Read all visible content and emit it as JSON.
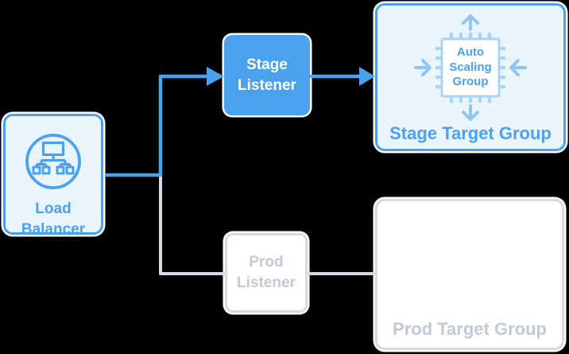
{
  "colors": {
    "blue": "#4AA1EE",
    "light_blue_fill": "#EAF4FD",
    "pale_blue": "#A9D3F3",
    "arrow_light_blue": "#8FC6F1",
    "gray_line": "#D6DAE1",
    "gray_text": "#C3C9D4",
    "halo_white": "#FFFFFF",
    "background": "#000000"
  },
  "nodes": {
    "load_balancer": {
      "label": "Load Balancer"
    },
    "stage_listener": {
      "label": "Stage Listener"
    },
    "prod_listener": {
      "label": "Prod Listener"
    },
    "stage_target_group": {
      "title": "Stage Target Group",
      "asg_label": "Auto Scaling Group"
    },
    "prod_target_group": {
      "title": "Prod Target Group"
    }
  },
  "icons": {
    "load_balancer": "load-balancer-network-icon",
    "auto_scaling": "cpu-chip-icon",
    "scale_arrows": [
      "arrow-up",
      "arrow-down",
      "arrow-inward-left",
      "arrow-inward-right"
    ]
  },
  "connectors": [
    {
      "name": "lb-to-stage-listener",
      "from": "load-balancer",
      "to": "stage-listener",
      "style": "blue-arrow"
    },
    {
      "name": "stage-listener-to-stage-target",
      "from": "stage-listener",
      "to": "stage-target-group",
      "style": "blue-arrow"
    },
    {
      "name": "lb-to-prod-listener",
      "from": "load-balancer",
      "to": "prod-listener",
      "style": "gray-line"
    },
    {
      "name": "prod-listener-to-prod-target",
      "from": "prod-listener",
      "to": "prod-target-group",
      "style": "gray-line"
    }
  ]
}
